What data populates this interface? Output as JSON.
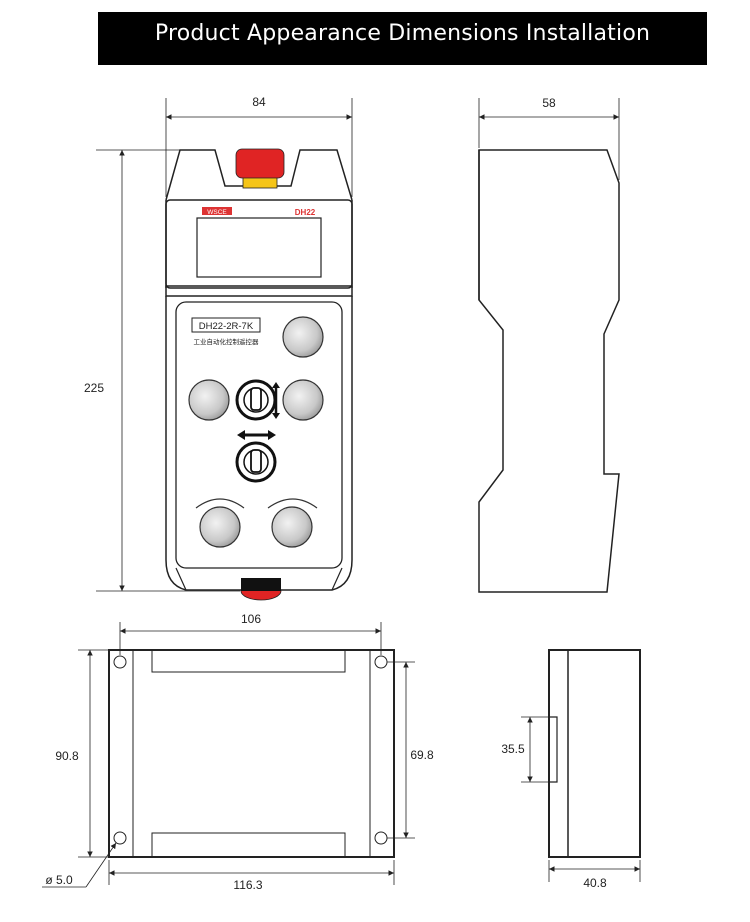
{
  "title": "Product Appearance Dimensions Installation Instructions",
  "remote": {
    "brand": "DH22",
    "model": "DH22-2R-7K",
    "subtitle": "工业自动化控制遥控器",
    "logo_text": "WSCE"
  },
  "dimensions": {
    "front_width": "84",
    "front_height": "225",
    "side_depth": "58",
    "receiver_width": "106",
    "receiver_height": "90.8",
    "hole_spacing": "69.8",
    "hole_diameter": "ø 5.0",
    "receiver_outer_width": "116.3",
    "rail_height": "35.5",
    "receiver_depth": "40.8"
  },
  "colors": {
    "stop_button": "#e02424",
    "stop_ring": "#f5c518",
    "background": "#ffffff",
    "title_bar": "#000000"
  }
}
